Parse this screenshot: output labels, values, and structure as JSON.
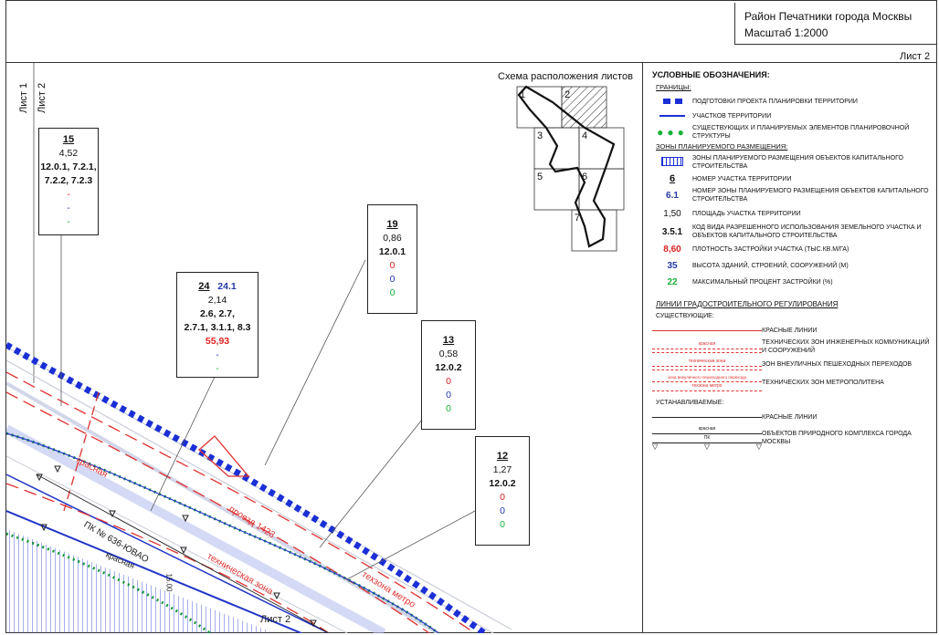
{
  "title": {
    "line1": "Район Печатники города Москвы",
    "line2": "Масштаб 1:2000"
  },
  "sheet_label": "Лист 2",
  "edge_labels": [
    "Лист 1",
    "Лист 2"
  ],
  "scheme": {
    "title": "Схема расположения листов",
    "cells": [
      "1",
      "2",
      "3",
      "4",
      "5",
      "6",
      "7"
    ]
  },
  "plots": [
    {
      "num": "15",
      "area": "4,52",
      "codes": [
        "12.0.1, 7.2.1,",
        "7.2.2, 7.2.3"
      ],
      "density": "-",
      "height": "-",
      "percent": "-"
    },
    {
      "num": "19",
      "area": "0,86",
      "codes": [
        "12.0.1"
      ],
      "density": "0",
      "height": "0",
      "percent": "0"
    },
    {
      "num": "24",
      "zone": "24.1",
      "area": "2,14",
      "codes": [
        "2.6, 2.7,",
        "2.7.1, 3.1.1, 8.3"
      ],
      "density": "55,93",
      "height": "-",
      "percent": "-"
    },
    {
      "num": "13",
      "area": "0,58",
      "codes": [
        "12.0.2"
      ],
      "density": "0",
      "height": "0",
      "percent": "0"
    },
    {
      "num": "12",
      "area": "1,27",
      "codes": [
        "12.0.2"
      ],
      "density": "0",
      "height": "0",
      "percent": "0"
    }
  ],
  "map_labels": {
    "krasnaya1": "красная",
    "krasnaya2": "красная",
    "proezd": "проезд 1423",
    "pk": "ПК № 636-ЮВАО",
    "tech": "техническая зона",
    "metro": "техзона метро",
    "list2": "Лист 2",
    "n1500": "15.00"
  },
  "legend": {
    "title": "УСЛОВНЫЕ ОБОЗНАЧЕНИЯ:",
    "borders_title": "ГРАНИЦЫ:",
    "borders": [
      "ПОДГОТОВКИ ПРОЕКТА ПЛАНИРОВКИ ТЕРРИТОРИИ",
      "УЧАСТКОВ ТЕРРИТОРИИ",
      "СУЩЕСТВУЮЩИХ И ПЛАНИРУЕМЫХ ЭЛЕМЕНТОВ ПЛАНИРОВОЧНОЙ СТРУКТУРЫ"
    ],
    "zones_title": "ЗОНЫ ПЛАНИРУЕМОГО РАЗМЕЩЕНИЯ:",
    "zones": [
      {
        "sym": "",
        "text": "ЗОНЫ ПЛАНИРУЕМОГО РАЗМЕЩЕНИЯ ОБЪЕКТОВ КАПИТАЛЬНОГО СТРОИТЕЛЬСТВА"
      },
      {
        "sym": "6",
        "text": "НОМЕР УЧАСТКА ТЕРРИТОРИИ"
      },
      {
        "sym": "6.1",
        "text": "НОМЕР ЗОНЫ ПЛАНИРУЕМОГО РАЗМЕЩЕНИЯ ОБЪЕКТОВ КАПИТАЛЬНОГО СТРОИТЕЛЬСТВА"
      },
      {
        "sym": "1,50",
        "text": "ПЛОЩАДЬ УЧАСТКА ТЕРРИТОРИИ"
      },
      {
        "sym": "3.5.1",
        "text": "КОД ВИДА РАЗРЕШЕННОГО ИСПОЛЬЗОВАНИЯ ЗЕМЕЛЬНОГО УЧАСТКА И ОБЪЕКТОВ КАПИТАЛЬНОГО СТРОИТЕЛЬСТВА"
      },
      {
        "sym": "8,60",
        "text": "ПЛОТНОСТЬ ЗАСТРОЙКИ УЧАСТКА (ТЫС.КВ.М/ГА)"
      },
      {
        "sym": "35",
        "text": "ВЫСОТА ЗДАНИЙ, СТРОЕНИЙ, СООРУЖЕНИЙ (М)"
      },
      {
        "sym": "22",
        "text": "МАКСИМАЛЬНЫЙ ПРОЦЕНТ ЗАСТРОЙКИ (%)"
      }
    ],
    "lines_title": "ЛИНИИ ГРАДОСТРОИТЕЛЬНОГО РЕГУЛИРОВАНИЯ",
    "existing_title": "СУЩЕСТВУЮЩИЕ:",
    "existing": [
      {
        "tag": "",
        "text": "КРАСНЫЕ ЛИНИИ"
      },
      {
        "tag": "красная",
        "text": "ТЕХНИЧЕСКИХ ЗОН ИНЖЕНЕРНЫХ КОММУНИКАЦИЙ И СООРУЖЕНИЙ"
      },
      {
        "tag": "техническая зона",
        "text": "ЗОН ВНЕУЛИЧНЫХ ПЕШЕХОДНЫХ ПЕРЕХОДОВ"
      },
      {
        "tag": "зона внеуличного пешеходного перехода",
        "text": "ТЕХНИЧЕСКИХ ЗОН МЕТРОПОЛИТЕНА"
      },
      {
        "tag": "техзона метро",
        "text": ""
      }
    ],
    "planned_title": "УСТАНАВЛИВАЕМЫЕ:",
    "planned": [
      {
        "tag": "",
        "text": "КРАСНЫЕ ЛИНИИ"
      },
      {
        "tag": "красная",
        "text": ""
      },
      {
        "tag": "ПК",
        "text": "ОБЪЕКТОВ ПРИРОДНОГО КОМПЛЕКСА ГОРОДА МОСКВЫ"
      }
    ]
  }
}
